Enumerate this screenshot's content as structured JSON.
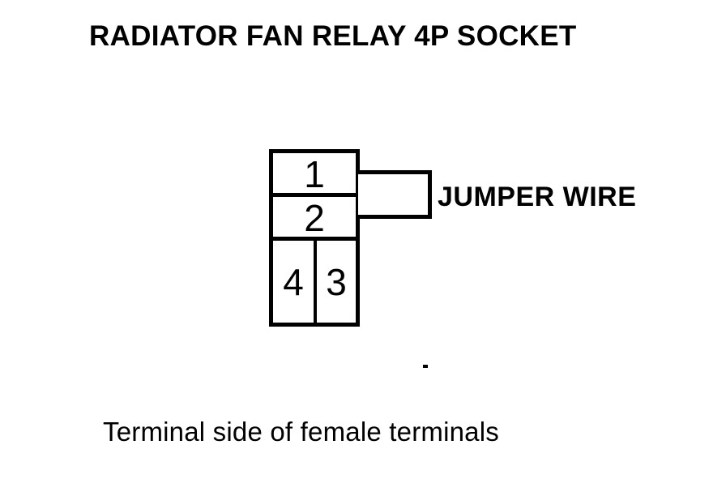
{
  "title": "RADIATOR FAN RELAY 4P SOCKET",
  "socket": {
    "terminals": [
      {
        "label": "1"
      },
      {
        "label": "2"
      },
      {
        "label": "4"
      },
      {
        "label": "3"
      }
    ]
  },
  "jumper_label": "JUMPER WIRE",
  "caption": "Terminal side of female terminals",
  "colors": {
    "ink": "#000000",
    "paper": "#ffffff"
  }
}
